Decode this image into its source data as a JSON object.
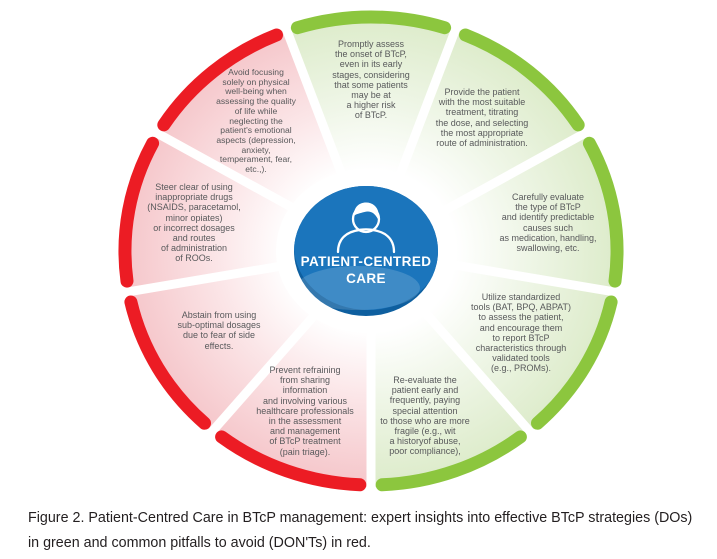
{
  "figure": {
    "title_center": "PATIENT-CENTRED\nCARE",
    "center_icon": "person-icon",
    "colors": {
      "do_rim": "#8CC63E",
      "do_fill": "#DCEBC9",
      "dont_rim": "#EC1C24",
      "dont_fill": "#F5C5C9",
      "center_bg": "#1B75BC",
      "center_bg_dark": "#0E5F9F",
      "segment_text": "#58595B"
    },
    "segments": [
      {
        "id": "promptly-assess",
        "type": "do",
        "text": "Promptly assess\nthe onset of BTcP,\neven in its early\nstages, considering\nthat some patients\nmay be at\na higher risk\nof BTcP."
      },
      {
        "id": "provide-treatment",
        "type": "do",
        "text": "Provide the patient\nwith the most suitable\ntreatment, titrating\nthe dose, and selecting\nthe most appropriate\nroute of administration."
      },
      {
        "id": "evaluate-btcp-type",
        "type": "do",
        "text": "Carefully evaluate\nthe type of BTcP\nand identify predictable\ncauses such\nas medication, handling,\nswallowing, etc."
      },
      {
        "id": "standardized-tools",
        "type": "do",
        "text": "Utilize standardized\ntools (BAT, BPQ, ABPAT)\nto assess the patient,\nand encourage them\nto report BTcP\ncharacteristics through\nvalidated tools\n(e.g., PROMs)."
      },
      {
        "id": "re-evaluate-patient",
        "type": "do",
        "text": "Re-evaluate the\npatient early and\nfrequently, paying\nspecial attention\nto those who are more\nfragile (e.g., wit\na historyof abuse,\npoor compliance),"
      },
      {
        "id": "pain-triage",
        "type": "dont",
        "text": "Prevent refraining\nfrom sharing\ninformation\nand involving various\nhealthcare professionals\nin the assessment\nand management\nof BTcP treatment\n(pain triage)."
      },
      {
        "id": "suboptimal-dosages",
        "type": "dont",
        "text": "Abstain from using\nsub-optimal dosages\ndue to fear of side\neffects."
      },
      {
        "id": "inappropriate-drugs",
        "type": "dont",
        "text": "Steer clear of using\ninappropriate drugs\n(NSAIDS, paracetamol,\nminor opiates)\nor incorrect dosages\nand routes\nof administration\nof ROOs."
      },
      {
        "id": "emotional-aspects",
        "type": "dont",
        "text": "Avoid focusing\nsolely on physical\nwell-being when\nassessing the quality\nof life while\nneglecting the\npatient's emotional\naspects (depression,\nanxiety,\ntemperament, fear,\netc.,)."
      }
    ]
  },
  "caption": "Figure 2. Patient-Centred Care in BTcP management: expert insights into effective BTcP strategies (DOs)\nin green and common pitfalls to avoid (DON'Ts) in red."
}
